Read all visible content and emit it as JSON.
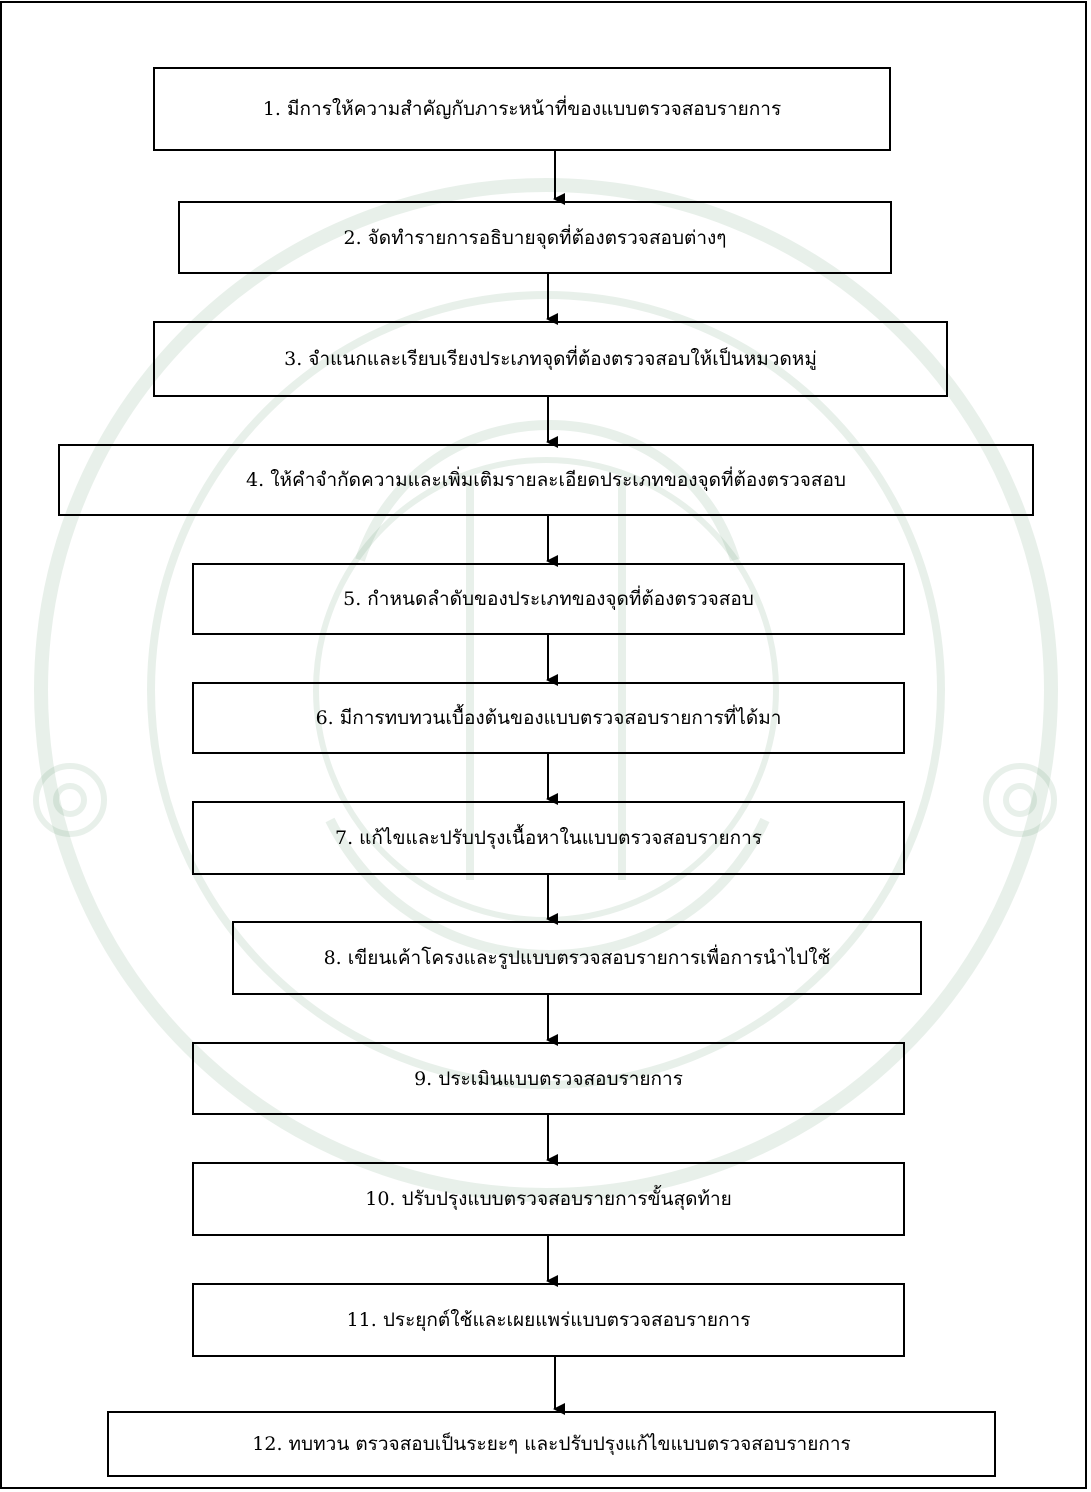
{
  "colors": {
    "border": "#000000",
    "text": "#000000",
    "watermark": "#1f6b2e"
  },
  "flowchart": {
    "steps": [
      {
        "label": "1.  มีการให้ความสำคัญกับภาระหน้าที่ของแบบตรวจสอบรายการ"
      },
      {
        "label": "2.  จัดทำรายการอธิบายจุดที่ต้องตรวจสอบต่างๆ"
      },
      {
        "label": "3.  จำแนกและเรียบเรียงประเภทจุดที่ต้องตรวจสอบให้เป็นหมวดหมู่"
      },
      {
        "label": "4.  ให้คำจำกัดความและเพิ่มเติมรายละเอียดประเภทของจุดที่ต้องตรวจสอบ"
      },
      {
        "label": "5.  กำหนดลำดับของประเภทของจุดที่ต้องตรวจสอบ"
      },
      {
        "label": "6.  มีการทบทวนเบื้องต้นของแบบตรวจสอบรายการที่ได้มา"
      },
      {
        "label": "7.  แก้ไขและปรับปรุงเนื้อหาในแบบตรวจสอบรายการ"
      },
      {
        "label": "8.  เขียนเค้าโครงและรูปแบบตรวจสอบรายการเพื่อการนำไปใช้"
      },
      {
        "label": "9.  ประเมินแบบตรวจสอบรายการ"
      },
      {
        "label": "10.  ปรับปรุงแบบตรวจสอบรายการขั้นสุดท้าย"
      },
      {
        "label": "11.  ประยุกต์ใช้และเผยแพร่แบบตรวจสอบรายการ"
      },
      {
        "label": "12.  ทบทวน ตรวจสอบเป็นระยะๆ และปรับปรุงแก้ไขแบบตรวจสอบรายการ"
      }
    ]
  }
}
